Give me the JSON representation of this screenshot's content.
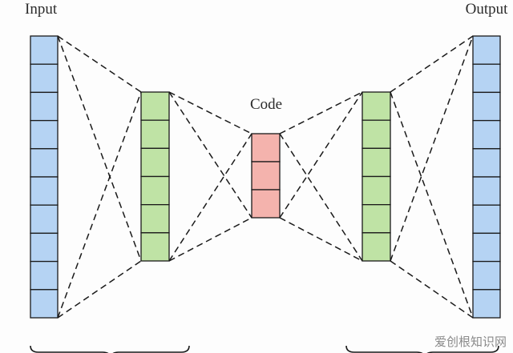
{
  "labels": {
    "input": "Input",
    "output": "Output",
    "code": "Code"
  },
  "layers": [
    {
      "id": "input",
      "units": 10,
      "color": "#b5d3f3"
    },
    {
      "id": "hidden1",
      "units": 6,
      "color": "#bfe3a5"
    },
    {
      "id": "code",
      "units": 3,
      "color": "#f4b3ad"
    },
    {
      "id": "hidden2",
      "units": 6,
      "color": "#bfe3a5"
    },
    {
      "id": "output",
      "units": 10,
      "color": "#b5d3f3"
    }
  ],
  "watermark": "爱创根知识网"
}
